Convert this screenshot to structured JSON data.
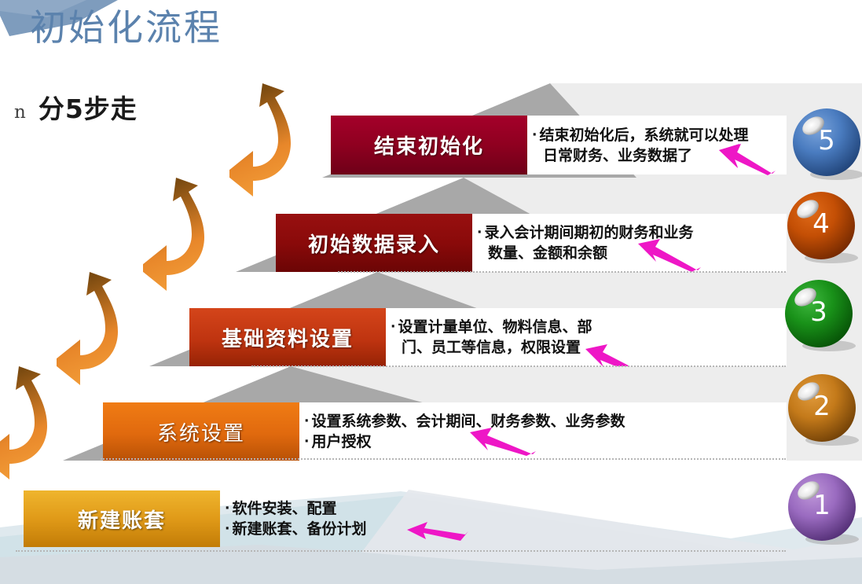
{
  "slide": {
    "title": "初始化流程",
    "subtitle_marker": "n",
    "subtitle": "分5步走",
    "title_color": "#5b82ad",
    "accent_magenta": "#ee17c6"
  },
  "steps": [
    {
      "number": "5",
      "label": "结束初始化",
      "box_color": "#990022",
      "sphere_color": "#3b6fb5",
      "bold": true,
      "lines": [
        "结束初始化后，系统就可以处理",
        "日常财务、业务数据了"
      ],
      "bullets": [
        1,
        0
      ]
    },
    {
      "number": "4",
      "label": "初始数据录入",
      "box_color": "#8b0808",
      "sphere_color": "#cc4400",
      "bold": true,
      "lines": [
        "录入会计期间期初的财务和业务",
        "数量、金额和余额"
      ],
      "bullets": [
        1,
        0
      ]
    },
    {
      "number": "3",
      "label": "基础资料设置",
      "box_color": "#c4380e",
      "sphere_color": "#1f8a1f",
      "bold": true,
      "lines": [
        "设置计量单位、物料信息、部",
        "门、员工等信息，权限设置"
      ],
      "bullets": [
        1,
        0
      ]
    },
    {
      "number": "2",
      "label": "系统设置",
      "box_color": "#e06a10",
      "sphere_color": "#cc8024",
      "bold": false,
      "lines": [
        "设置系统参数、会计期间、财务参数、业务参数",
        "用户授权"
      ],
      "bullets": [
        1,
        1
      ]
    },
    {
      "number": "1",
      "label": "新建账套",
      "box_color": "#e09a18",
      "sphere_color": "#9b6fc4",
      "bold": true,
      "lines": [
        "软件安装、配置",
        "新建账套、备份计划"
      ],
      "bullets": [
        1,
        1
      ]
    }
  ]
}
